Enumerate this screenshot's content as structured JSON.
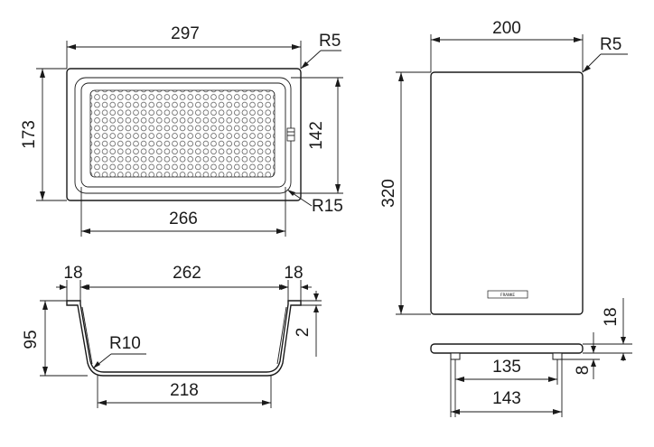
{
  "top_view": {
    "width_label": "297",
    "corner_radius_label": "R5",
    "height_label": "173",
    "inner_height_label": "142",
    "inner_radius_label": "R15",
    "inner_width_label": "266"
  },
  "section_view": {
    "left_rim_label": "18",
    "span_label": "262",
    "right_rim_label": "18",
    "depth_label": "95",
    "rim_thickness_label": "2",
    "bottom_radius_label": "R10",
    "bottom_width_label": "218"
  },
  "board_view": {
    "width_label": "200",
    "corner_radius_label": "R5",
    "length_label": "320",
    "brand_mark": "FRANKE"
  },
  "board_side_view": {
    "thickness_label": "18",
    "feet_height_label": "8",
    "feet_inner_label": "135",
    "feet_outer_label": "143"
  }
}
